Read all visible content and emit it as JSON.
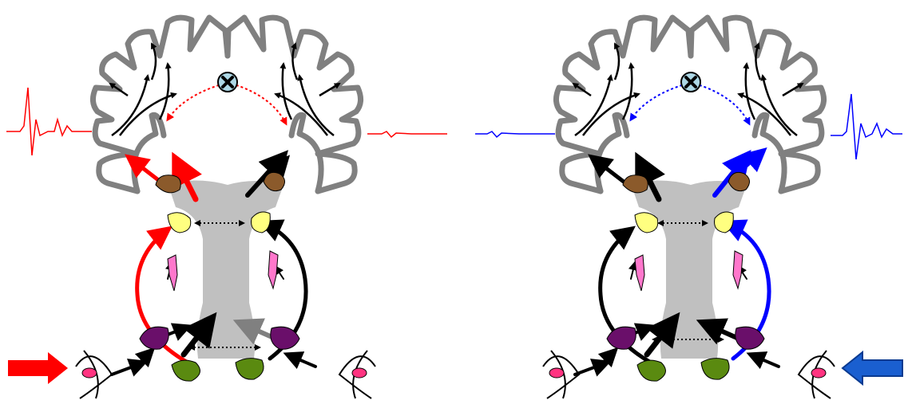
{
  "colors": {
    "cortex_outline": "#808080",
    "brainstem": "#c0c0c0",
    "left_stimulus_pathway": "#ff0000",
    "right_stimulus_pathway": "#0000ff",
    "right_stimulus_arrow": "#1a5fd0",
    "default_pathway": "#000000",
    "inhibited_pathway": "#808080",
    "thalamus_node": "#8b5a2b",
    "colliculus_node": "#ffff80",
    "lemniscus_node": "#ff77cc",
    "olive_node": "#6a0f6a",
    "cochlear_nucleus_node": "#5a8a10",
    "cochlea": "#ff3380",
    "inhibition_marker": "#add8e6"
  },
  "panels": [
    {
      "id": "left",
      "stimulus_side": "left",
      "active_color_key": "left_stimulus_pathway",
      "waveforms": {
        "contralateral": "large",
        "ipsilateral": "small"
      }
    },
    {
      "id": "right",
      "stimulus_side": "right",
      "active_color_key": "right_stimulus_pathway",
      "waveforms": {
        "contralateral": "large",
        "ipsilateral": "small"
      }
    }
  ],
  "icons": [
    "stimulus-arrow-icon",
    "inhibition-x-icon",
    "cochlea-icon"
  ]
}
